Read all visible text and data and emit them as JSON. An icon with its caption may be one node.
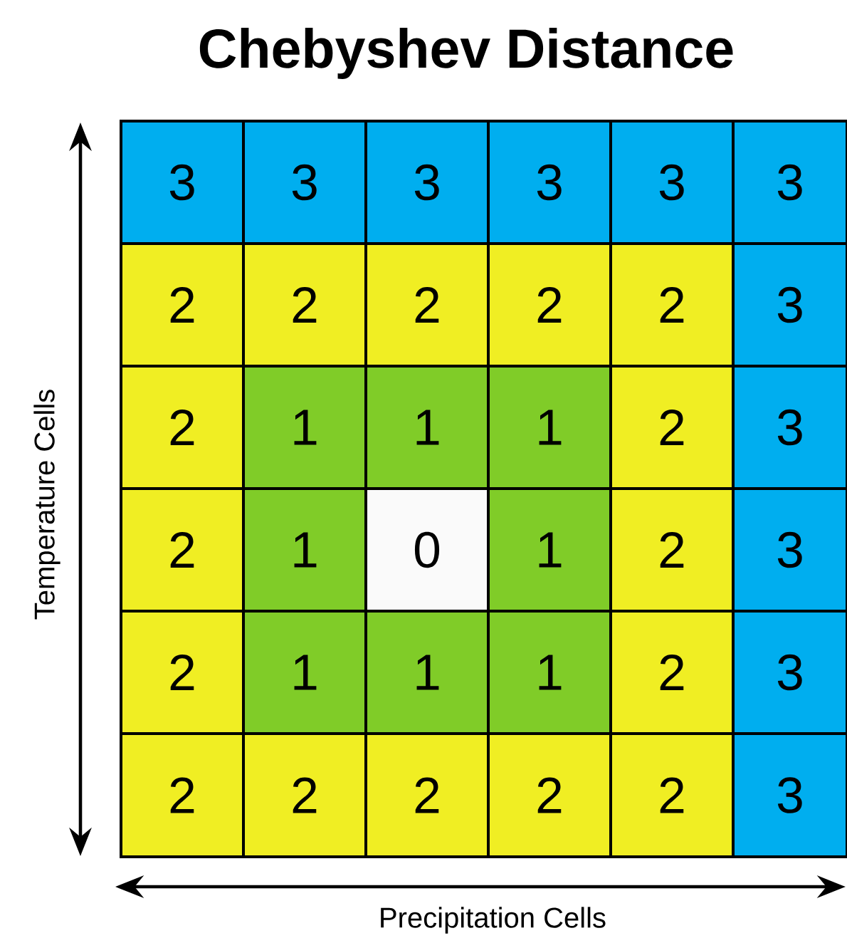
{
  "diagram": {
    "title": "Chebyshev Distance",
    "nodes": [
      {
        "text": [
          "3"
        ]
      },
      {
        "text": [
          "3"
        ]
      },
      {
        "text": [
          "3"
        ]
      },
      {
        "text": [
          "3"
        ]
      },
      {
        "text": [
          "3"
        ]
      },
      {
        "text": [
          "3"
        ]
      },
      {
        "text": [
          "2"
        ]
      },
      {
        "text": [
          "2"
        ]
      },
      {
        "text": [
          "2"
        ]
      },
      {
        "text": [
          "2"
        ]
      },
      {
        "text": [
          "2"
        ]
      },
      {
        "text": [
          "3"
        ]
      },
      {
        "text": [
          "2"
        ]
      },
      {
        "text": [
          "1"
        ]
      },
      {
        "text": [
          "1"
        ]
      },
      {
        "text": [
          "1"
        ]
      },
      {
        "text": [
          "2"
        ]
      },
      {
        "text": [
          "3"
        ]
      },
      {
        "text": [
          "2"
        ]
      },
      {
        "text": [
          "1"
        ]
      },
      {
        "text": [
          "0"
        ]
      },
      {
        "text": [
          "1"
        ]
      },
      {
        "text": [
          "2"
        ]
      },
      {
        "text": [
          "3"
        ]
      },
      {
        "text": [
          "2"
        ]
      },
      {
        "text": [
          "1"
        ]
      },
      {
        "text": [
          "1"
        ]
      },
      {
        "text": [
          "1"
        ]
      },
      {
        "text": [
          "2"
        ]
      },
      {
        "text": [
          "3"
        ]
      },
      {
        "text": [
          "2"
        ]
      },
      {
        "text": [
          "2"
        ]
      },
      {
        "text": [
          "2"
        ]
      },
      {
        "text": [
          "2"
        ]
      },
      {
        "text": [
          "2"
        ]
      },
      {
        "text": [
          "3"
        ]
      }
    ],
    "labels": [
      "Temperature Cells",
      "Precipitation Cells"
    ]
  }
}
